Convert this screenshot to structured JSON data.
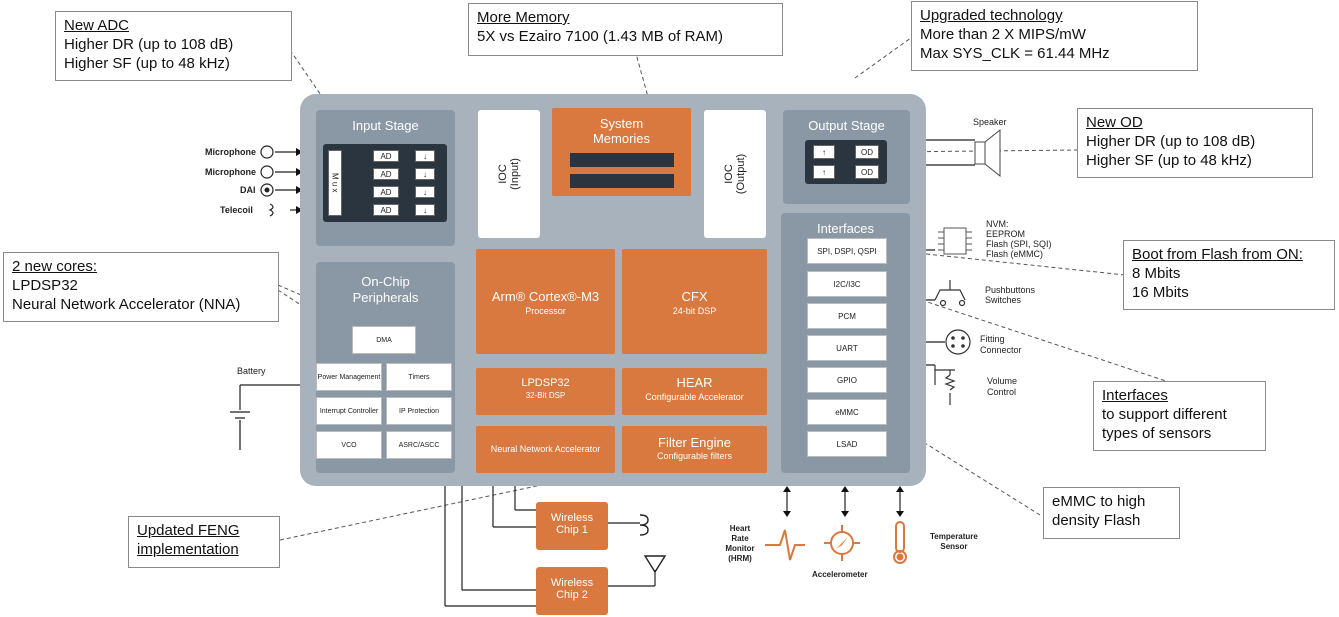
{
  "callouts": {
    "adc": {
      "title": "New ADC",
      "line1": "Higher DR (up to 108 dB)",
      "line2": "Higher SF (up to 48 kHz)"
    },
    "memory": {
      "title": "More Memory",
      "line1": "5X vs Ezairo 7100 (1.43 MB of RAM)"
    },
    "tech": {
      "title": "Upgraded technology",
      "line1": "More than 2 X MIPS/mW",
      "line2": "Max SYS_CLK = 61.44 MHz"
    },
    "od": {
      "title": "New OD",
      "line1": "Higher DR (up to 108 dB)",
      "line2": "Higher SF (up to 48 kHz)"
    },
    "cores": {
      "title": "2 new cores:",
      "line1": "LPDSP32",
      "line2": "Neural Network Accelerator (NNA)"
    },
    "boot": {
      "title": "Boot from Flash from ON:",
      "line1": "8 Mbits",
      "line2": "16 Mbits"
    },
    "interfaces": {
      "title": "Interfaces",
      "line1": "to support different",
      "line2": "types of sensors"
    },
    "emmc": {
      "line1": "eMMC to high",
      "line2": "density Flash"
    },
    "feng": {
      "title": "Updated FENG",
      "line1": "implementation"
    }
  },
  "chip": {
    "input_stage": {
      "title": "Input Stage",
      "mux": "M u x",
      "ad": "AD",
      "arrow": "↓"
    },
    "system_memories": {
      "line1": "System",
      "line2": "Memories"
    },
    "ioc_input": {
      "line1": "IOC",
      "line2": "(Input)"
    },
    "ioc_output": {
      "line1": "IOC",
      "line2": "(Output)"
    },
    "output_stage": {
      "title": "Output Stage",
      "od": "OD",
      "arrow": "↑"
    },
    "interfaces": {
      "title": "Interfaces",
      "items": [
        "SPI, DSPI, QSPI",
        "I2C/I3C",
        "PCM",
        "UART",
        "GPIO",
        "eMMC",
        "LSAD"
      ]
    },
    "peripherals": {
      "line1": "On-Chip",
      "line2": "Peripherals",
      "dma": "DMA",
      "power": "Power Management",
      "timers": "Timers",
      "interrupt": "Interrupt Controller",
      "ip": "IP Protection",
      "vco": "VCO",
      "asrc": "ASRC/ASCC"
    },
    "arm": {
      "line1": "Arm® Cortex®-M3",
      "line2": "Processor"
    },
    "cfx": {
      "line1": "CFX",
      "line2": "24-bit DSP"
    },
    "lpdsp": {
      "line1": "LPDSP32",
      "line2": "32-Bit DSP"
    },
    "hear": {
      "line1": "HEAR",
      "line2": "Configurable Accelerator"
    },
    "nna": {
      "line1": "Neural Network Accelerator"
    },
    "filter": {
      "line1": "Filter Engine",
      "line2": "Configurable filters"
    }
  },
  "external": {
    "microphone1": "Microphone",
    "microphone2": "Microphone",
    "dai": "DAI",
    "telecoil": "Telecoil",
    "battery": "Battery",
    "speaker": "Speaker",
    "nvm": [
      "NVM:",
      "EEPROM",
      "Flash (SPI, SQI)",
      "Flash (eMMC)"
    ],
    "pushbuttons": [
      "Pushbuttons",
      "Switches"
    ],
    "fitting": [
      "Fitting",
      "Connector"
    ],
    "volume": [
      "Volume",
      "Control"
    ],
    "wireless1": [
      "Wireless",
      "Chip 1"
    ],
    "wireless2": [
      "Wireless",
      "Chip 2"
    ],
    "hrm": [
      "Heart",
      "Rate",
      "Monitor",
      "(HRM)"
    ],
    "accelerometer": "Accelerometer",
    "temperature": [
      "Temperature",
      "Sensor"
    ]
  },
  "colors": {
    "chip": "#a7b2bd",
    "panel": "#8a97a5",
    "orange": "#d9783f",
    "dark": "#2b3540"
  }
}
